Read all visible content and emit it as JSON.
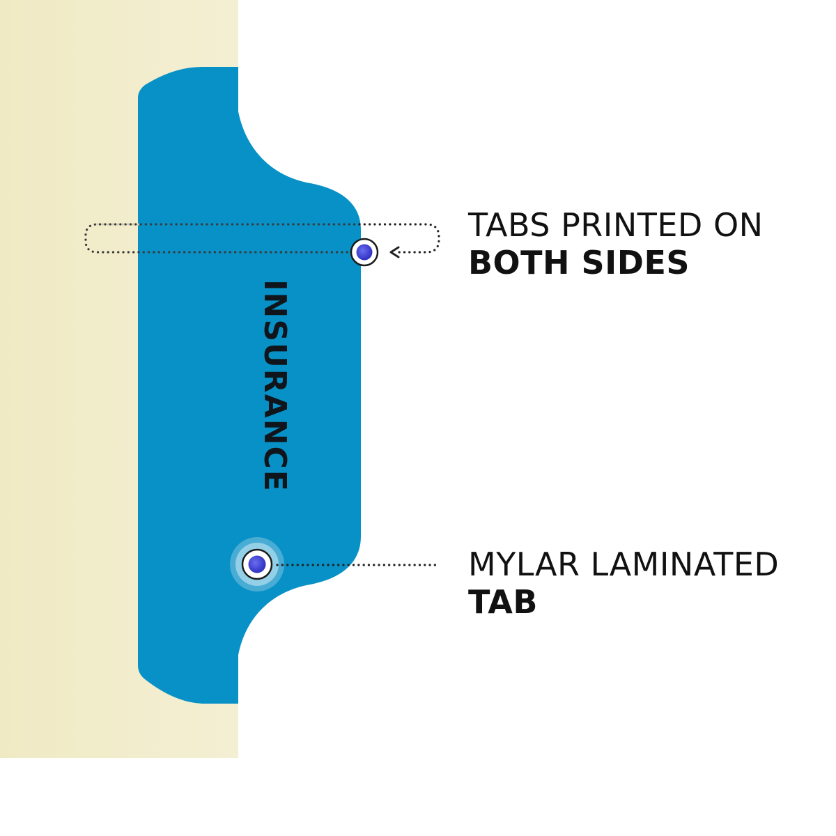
{
  "divider": {
    "tab_text": "INSURANCE",
    "folder_color": "#f1ecca",
    "tab_color": "#0891c6",
    "tab_text_color": "#10151c"
  },
  "callouts": {
    "both_sides": {
      "line1": "TABS PRINTED ON",
      "line2": "BOTH SIDES",
      "marker_icon": "flip-arrow-loop-icon"
    },
    "mylar": {
      "line1": "MYLAR LAMINATED",
      "line2": "TAB",
      "marker_icon": "pulse-dot-icon"
    }
  },
  "colors": {
    "marker_fill": "#3c3fd6",
    "line": "#222222",
    "text": "#111111"
  }
}
